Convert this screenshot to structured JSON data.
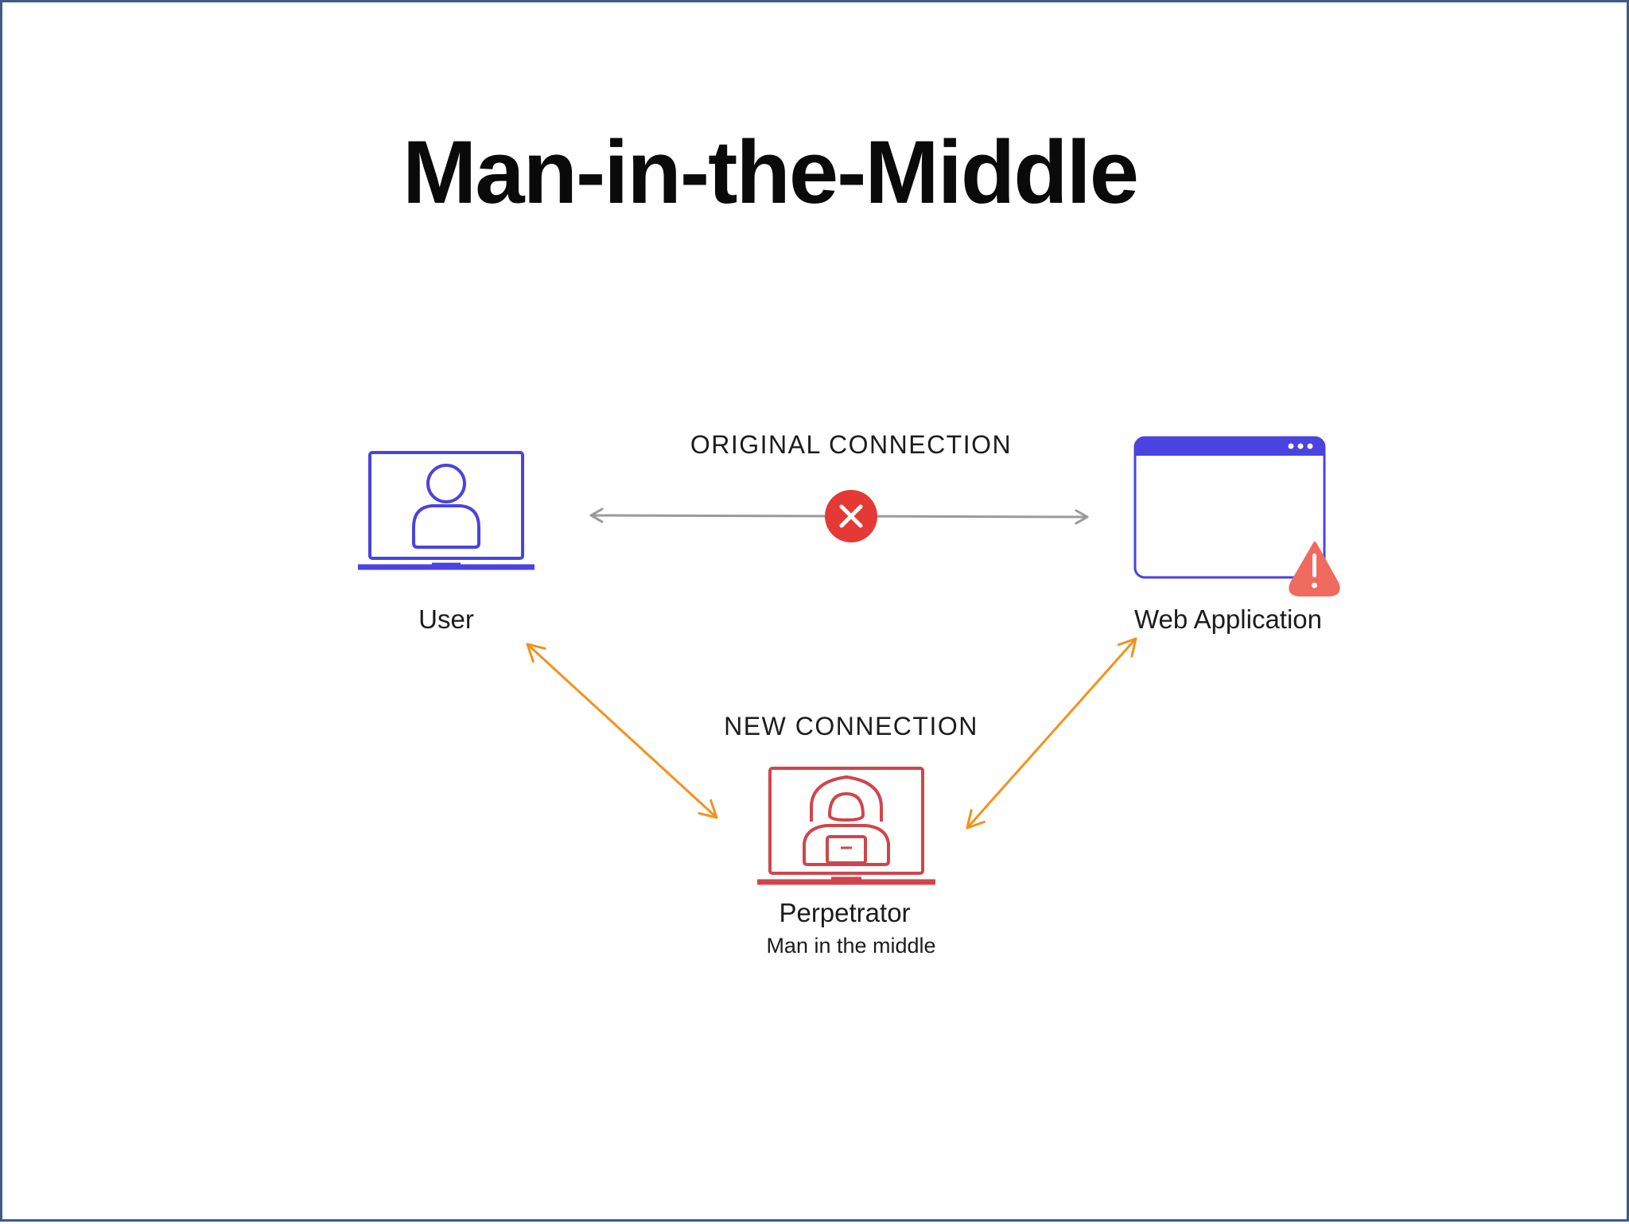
{
  "title": "Man-in-the-Middle",
  "diagram": {
    "original_connection_label": "ORIGINAL CONNECTION",
    "new_connection_label": "NEW CONNECTION",
    "nodes": {
      "user": {
        "label": "User",
        "icon": "user-laptop-icon"
      },
      "web_app": {
        "label": "Web Application",
        "icon": "browser-window-icon",
        "badge_icon": "warning-icon"
      },
      "perpetrator": {
        "label": "Perpetrator",
        "sublabel": "Man in the middle",
        "icon": "hacker-laptop-icon"
      }
    },
    "status_icon": "blocked-x-icon",
    "colors": {
      "user": "#4a43e0",
      "web_app": "#4a43e0",
      "perpetrator": "#d0454c",
      "warning": "#f06a5f",
      "blocked": "#e53935",
      "original_line": "#9a9a9a",
      "new_lines": "#f2921c",
      "border": "#3e5b8a"
    }
  }
}
